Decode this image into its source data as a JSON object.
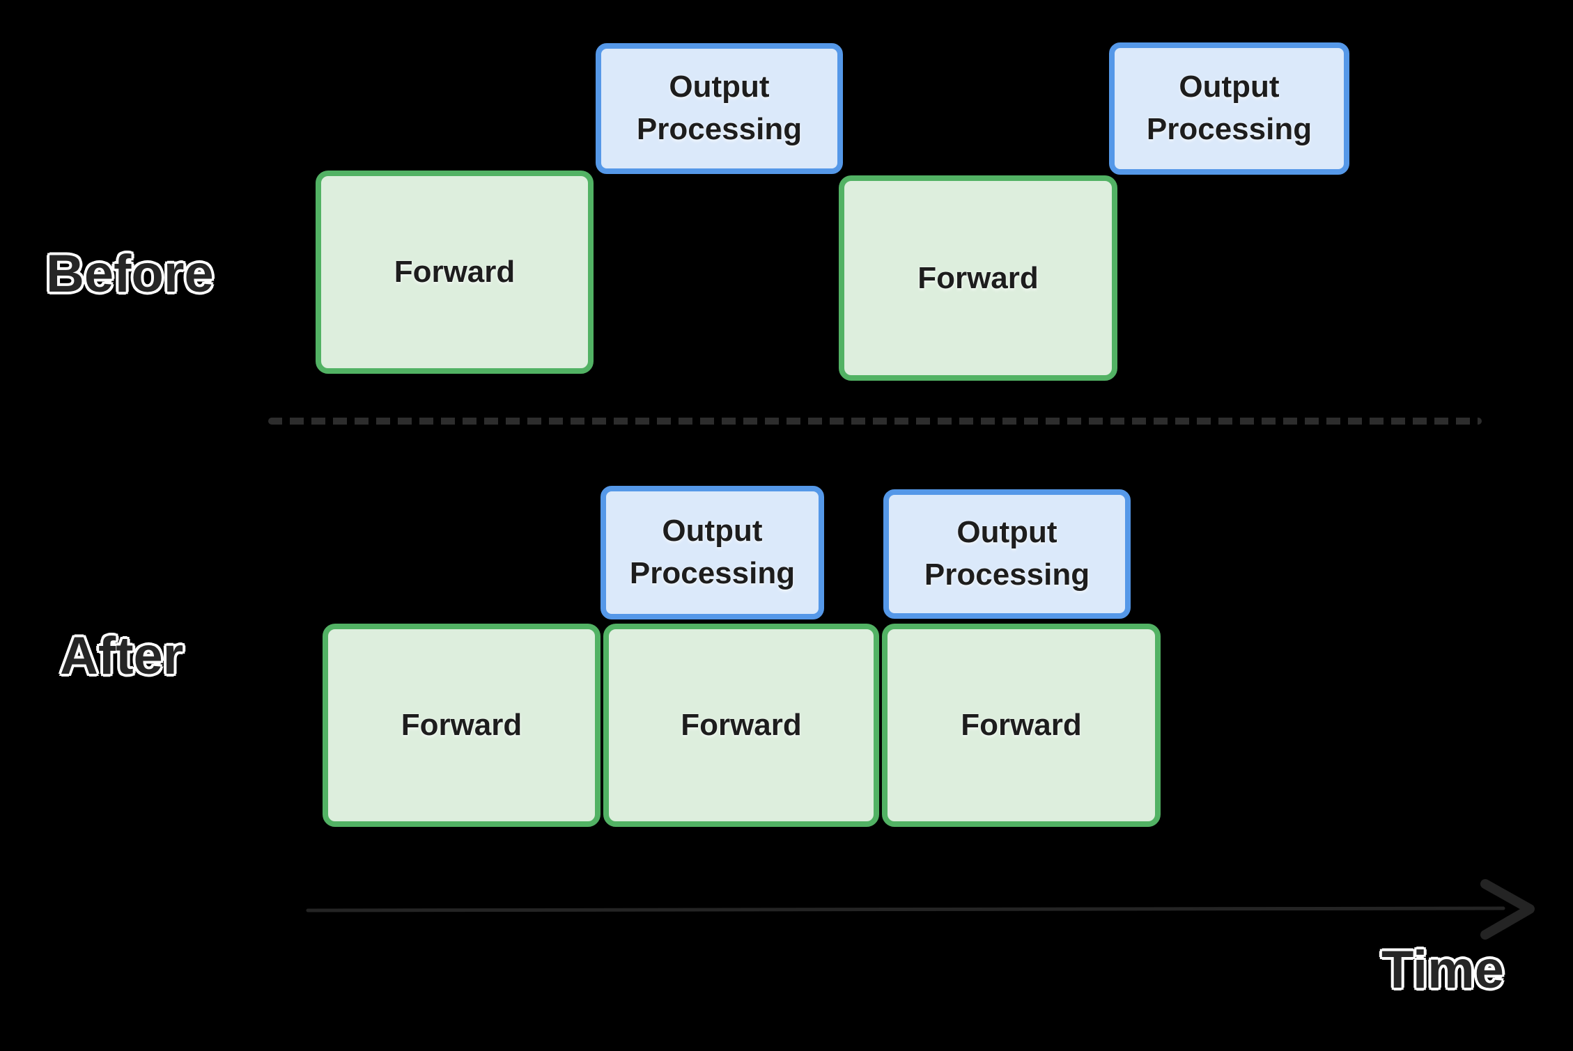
{
  "sections": [
    {
      "label": "Before",
      "boxes": [
        {
          "name": "forward-1",
          "label": "Forward"
        },
        {
          "name": "output-processing-1",
          "label": "Output\nProcessing"
        },
        {
          "name": "forward-2",
          "label": "Forward"
        },
        {
          "name": "output-processing-2",
          "label": "Output\nProcessing"
        }
      ]
    },
    {
      "label": "After",
      "boxes": [
        {
          "name": "output-processing-1",
          "label": "Output\nProcessing"
        },
        {
          "name": "output-processing-2",
          "label": "Output\nProcessing"
        },
        {
          "name": "forward-1",
          "label": "Forward"
        },
        {
          "name": "forward-2",
          "label": "Forward"
        },
        {
          "name": "forward-3",
          "label": "Forward"
        }
      ]
    }
  ],
  "axis": {
    "label": "Time"
  },
  "colors": {
    "background": "#000000",
    "forward_fill": "#ddeedd",
    "forward_border": "#52b264",
    "output_fill": "#dbe9fa",
    "output_border": "#5598e8",
    "divider_dash": "#2d2d2d",
    "time_axis": "#242424",
    "section_label_text": "#262626",
    "section_label_outline": "#ffffff",
    "box_text": "#1d1d1d"
  }
}
